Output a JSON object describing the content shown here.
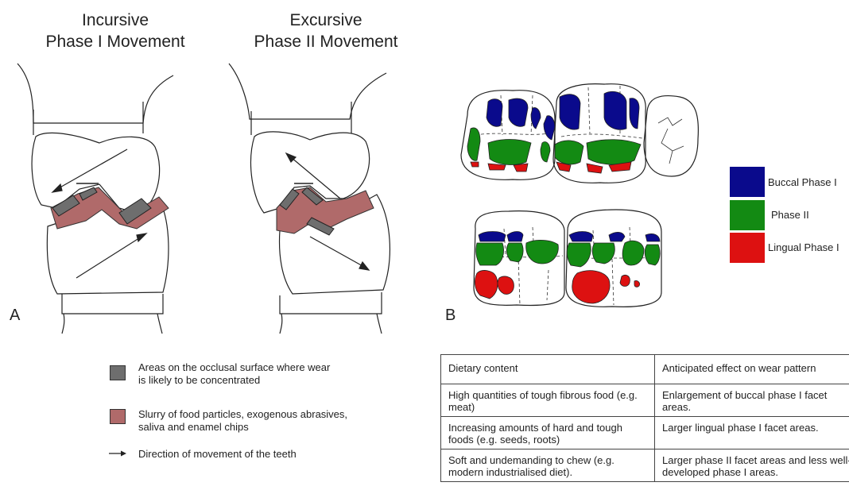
{
  "panel_a": {
    "incursive_title_line1": "Incursive",
    "incursive_title_line2": "Phase I Movement",
    "excursive_title_line1": "Excursive",
    "excursive_title_line2": "Phase II Movement",
    "label": "A"
  },
  "panel_b": {
    "label": "B",
    "legend": [
      {
        "label": "Buccal Phase I",
        "color": "#0a0a8c"
      },
      {
        "label": "Phase II",
        "color": "#138a13"
      },
      {
        "label": "Lingual Phase I",
        "color": "#dd1111"
      }
    ]
  },
  "key": [
    {
      "text_line1": "Areas on the occlusal surface where wear",
      "text_line2": "is likely to be concentrated",
      "color": "#6e6e6e"
    },
    {
      "text_line1": "Slurry of food particles, exogenous abrasives,",
      "text_line2": "saliva and enamel chips",
      "color": "#b06a6a"
    },
    {
      "text_line1": "Direction of movement of the teeth",
      "symbol": "arrow"
    }
  ],
  "table": {
    "header": [
      "Dietary content",
      "Anticipated effect on wear pattern"
    ],
    "rows": [
      [
        "High quantities of tough fibrous food (e.g. meat)",
        "Enlargement of buccal phase I facet areas."
      ],
      [
        "Increasing amounts of hard and tough foods (e.g. seeds, roots)",
        "Larger lingual phase I facet areas."
      ],
      [
        "Soft and undemanding to chew (e.g. modern industrialised diet).",
        "Larger phase II facet areas and less well-developed phase I areas."
      ]
    ]
  },
  "colors": {
    "wear": "#6e6e6e",
    "slurry": "#b06a6a",
    "buccal": "#0a0a8c",
    "phase2": "#138a13",
    "lingual": "#dd1111"
  }
}
